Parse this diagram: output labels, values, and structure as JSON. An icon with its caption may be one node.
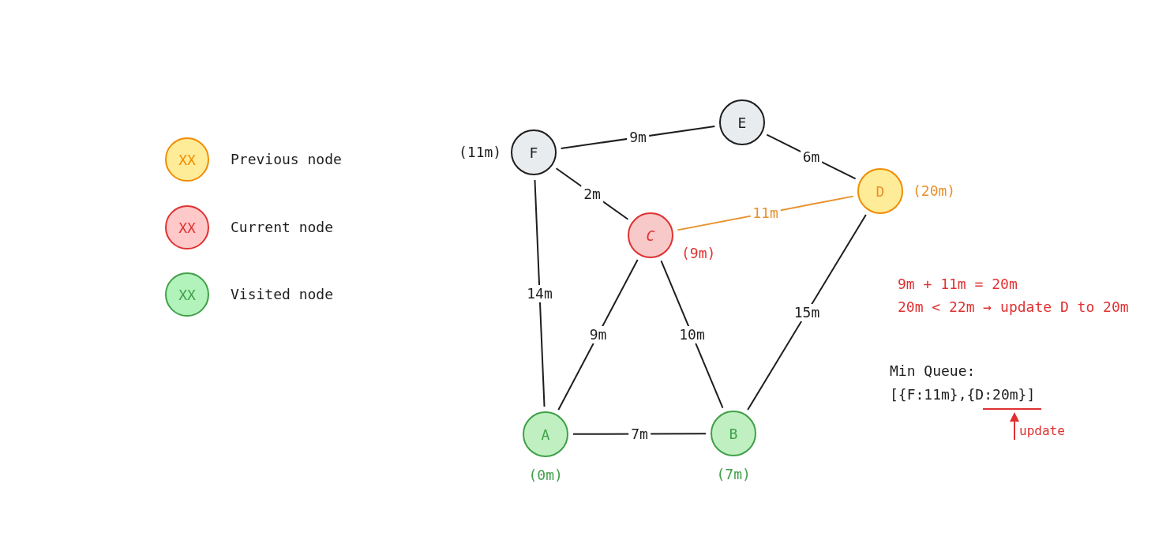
{
  "diagram": {
    "nodes": [
      {
        "text": [
          "E"
        ]
      },
      {
        "text": [
          "F"
        ],
        "beside": [
          "(11m)"
        ]
      },
      {
        "text": [
          "D"
        ],
        "beside": [
          "(20m)"
        ]
      },
      {
        "text": [
          "C"
        ],
        "beside": [
          "(9m)"
        ]
      },
      {
        "text": [
          "A"
        ],
        "beside": [
          "(0m)"
        ]
      },
      {
        "text": [
          "B"
        ],
        "beside": [
          "(7m)"
        ]
      }
    ],
    "edges": [
      {
        "from": 1,
        "to": 0,
        "arrow": "none",
        "label": "9m"
      },
      {
        "from": 0,
        "to": 2,
        "arrow": "none",
        "label": "6m"
      },
      {
        "from": 1,
        "to": 3,
        "arrow": "none",
        "label": "2m"
      },
      {
        "from": 3,
        "to": 2,
        "arrow": "none",
        "label": "11m",
        "color": "#e8912b"
      },
      {
        "from": 1,
        "to": 4,
        "arrow": "none",
        "label": "14m"
      },
      {
        "from": 3,
        "to": 4,
        "arrow": "none",
        "label": "9m"
      },
      {
        "from": 3,
        "to": 5,
        "arrow": "none",
        "label": "10m"
      },
      {
        "from": 2,
        "to": 5,
        "arrow": "none",
        "label": "15m"
      },
      {
        "from": 4,
        "to": 5,
        "arrow": "none",
        "label": "7m"
      }
    ],
    "labels": [
      "XX",
      "XX",
      "XX",
      "9m + 11m = 20m",
      "20m < 22m → update D to 20m",
      "Min Queue:",
      "[{F:11m},{D:20m}]",
      "update"
    ],
    "legend": [
      {
        "text": "Previous node",
        "color": "#ffec99"
      },
      {
        "text": "Current node",
        "color": "#ffc9c9"
      },
      {
        "text": "Visited node",
        "color": "#b2f2bb"
      }
    ]
  }
}
